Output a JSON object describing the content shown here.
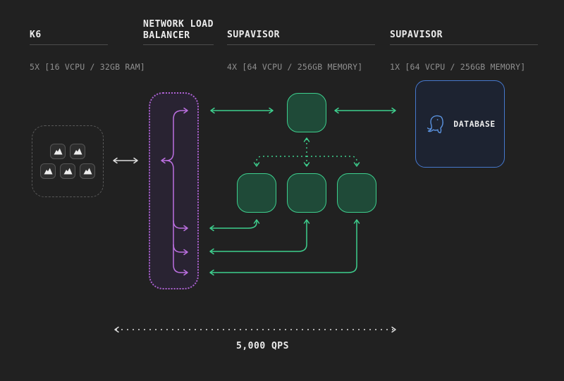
{
  "colors": {
    "background": "#212121",
    "text-primary": "#ececec",
    "text-muted": "#8f8f8f",
    "underline": "#4c4c4c",
    "green": "#3ecf8e",
    "green-fill": "#1f4a38",
    "purple": "#bb6fe0",
    "purple-border": "#ad62d2",
    "purple-fill": "#292332",
    "blue": "#4678cd",
    "blue-fill": "#1d2331",
    "blue-icon": "#5b93e0",
    "white-arrow": "#dedede",
    "cluster-border": "#585858",
    "tile-border": "#555555",
    "tile-bg": "#2d2d2d",
    "tile-icon": "#ededed"
  },
  "columns": {
    "k6": {
      "title": "K6",
      "subtitle": "5X [16 VCPU / 32GB RAM]"
    },
    "nlb": {
      "title": "NETWORK LOAD BALANCER"
    },
    "supavisor_pool": {
      "title": "SUPAVISOR",
      "subtitle": "4X [64 VCPU / 256GB MEMORY]"
    },
    "supavisor_db": {
      "title": "SUPAVISOR",
      "subtitle": "1X [64 VCPU / 256GB MEMORY]"
    }
  },
  "cluster": {
    "k6_instance_count": 5,
    "supavisor_node_count": 4
  },
  "database": {
    "label": "DATABASE"
  },
  "throughput": {
    "label": "5,000 QPS"
  },
  "icons": {
    "k6_tile": "k6-mountain-icon",
    "database": "postgresql-elephant-icon"
  }
}
